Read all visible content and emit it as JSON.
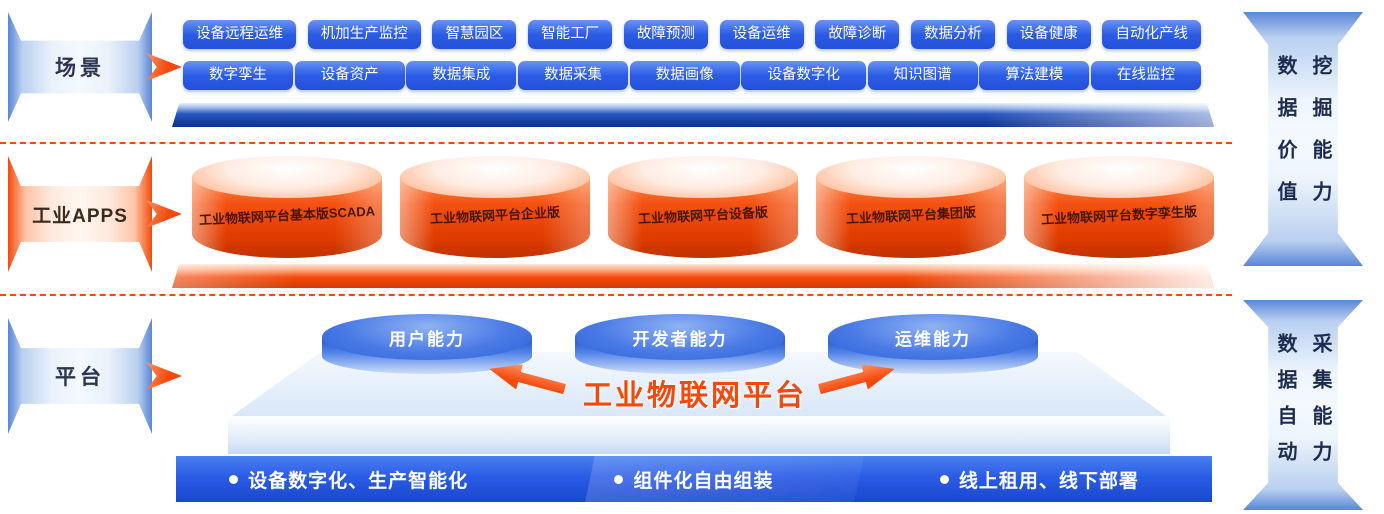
{
  "colors": {
    "primary_blue": "#2b5ce6",
    "accent_orange": "#f4490a",
    "light_blue": "#dbe8fa"
  },
  "scene": {
    "label": "场景",
    "buttons_row1": [
      "设备远程运维",
      "机加生产监控",
      "智慧园区",
      "智能工厂",
      "故障预测",
      "设备运维",
      "故障诊断",
      "数据分析",
      "设备健康",
      "自动化产线"
    ],
    "buttons_row2": [
      "数字孪生",
      "设备资产",
      "数据集成",
      "数据采集",
      "数据画像",
      "设备数字化",
      "知识图谱",
      "算法建模",
      "在线监控"
    ]
  },
  "apps": {
    "label": "工业APPS",
    "cylinders": [
      "工业物联网平台基本版SCADA",
      "工业物联网平台企业版",
      "工业物联网平台设备版",
      "工业物联网平台集团版",
      "工业物联网平台数字孪生版"
    ]
  },
  "platform": {
    "label": "平台",
    "discs": [
      "用户能力",
      "开发者能力",
      "运维能力"
    ],
    "title": "工业物联网平台",
    "footer": [
      "设备数字化、生产智能化",
      "组件化自由组装",
      "线上租用、线下部署"
    ]
  },
  "right_panels": {
    "top": {
      "col_left": "数据价值",
      "col_right": "挖掘能力"
    },
    "bottom": {
      "col_left": "数据自动",
      "col_right": "采集能力"
    }
  }
}
